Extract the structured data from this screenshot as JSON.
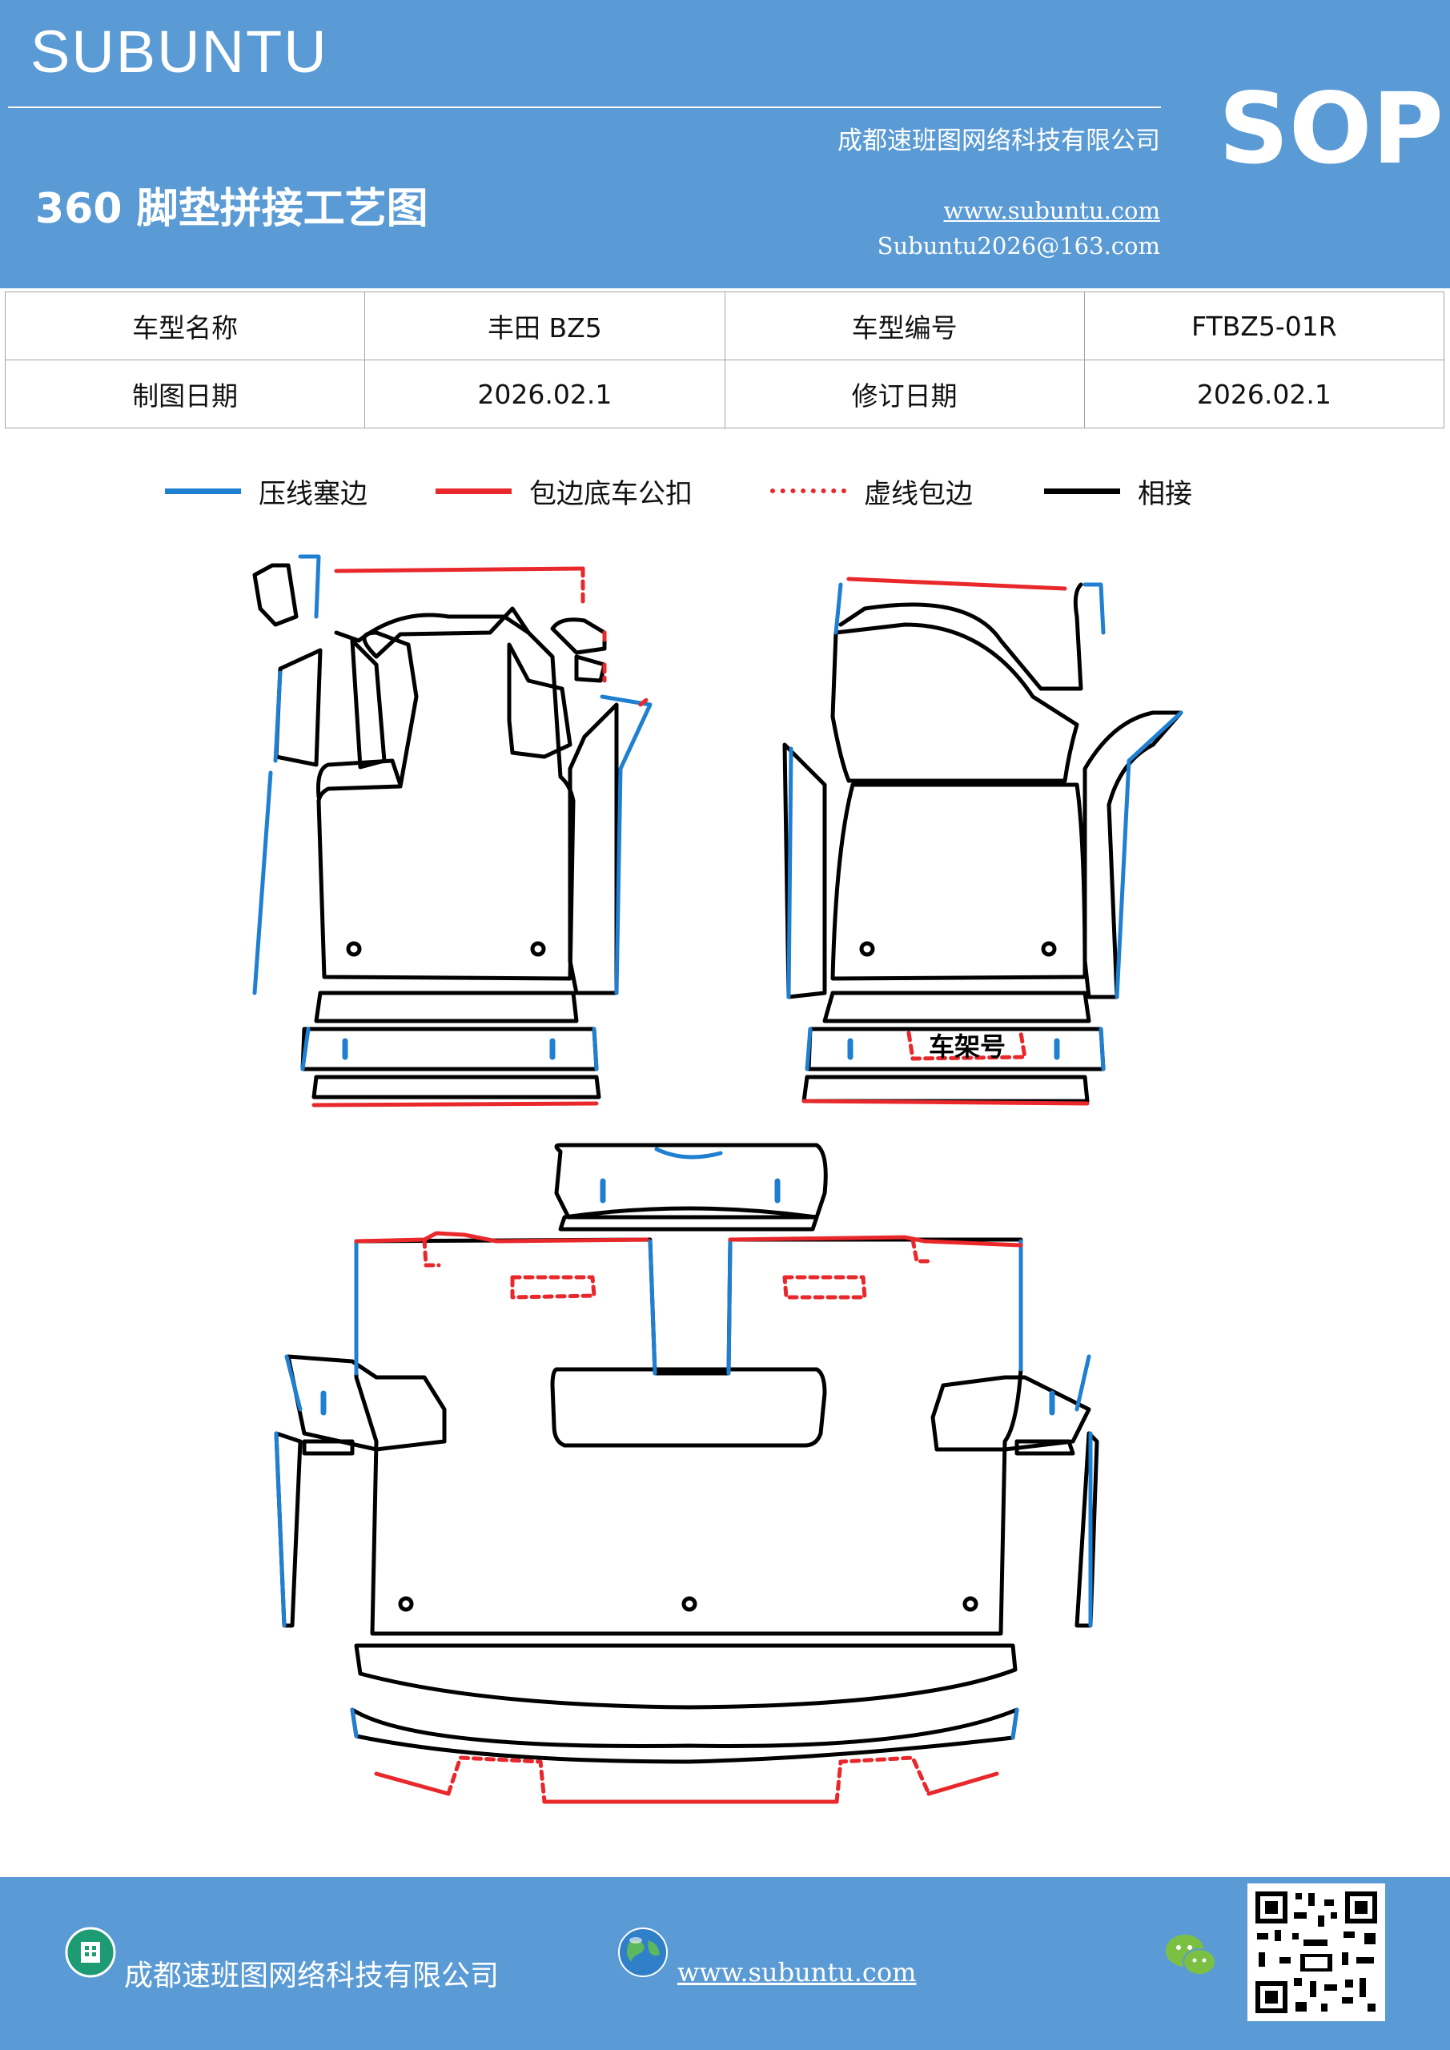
{
  "header": {
    "brand": "SUBUNTU",
    "doc_type": "SOP",
    "company": "成都速班图网络科技有限公司",
    "title": "360 脚垫拼接工艺图",
    "website": "www.subuntu.com",
    "email": "Subuntu2026@163.com"
  },
  "info_table": {
    "rows": [
      [
        "车型名称",
        "丰田 BZ5",
        "车型编号",
        "FTBZ5-01R"
      ],
      [
        "制图日期",
        "2026.02.1",
        "修订日期",
        "2026.02.1"
      ]
    ]
  },
  "legend": [
    {
      "label": "压线塞边",
      "color": "#1f7fd0",
      "style": "solid"
    },
    {
      "label": "包边底车公扣",
      "color": "#e8282b",
      "style": "solid"
    },
    {
      "label": "虚线包边",
      "color": "#e8282b",
      "style": "dotted"
    },
    {
      "label": "相接",
      "color": "#000000",
      "style": "solid"
    }
  ],
  "drawing": {
    "frame_label": "车架号"
  },
  "footer": {
    "company": "成都速班图网络科技有限公司",
    "website": "www.subuntu.com",
    "company_icon": "building-icon",
    "web_icon": "globe-icon",
    "chat_icon": "wechat-icon",
    "qr": "qr-code"
  },
  "colors": {
    "header_bg": "#5b9bd5",
    "blue_edge": "#1f7fd0",
    "red_edge": "#e8282b",
    "black_edge": "#000000"
  }
}
